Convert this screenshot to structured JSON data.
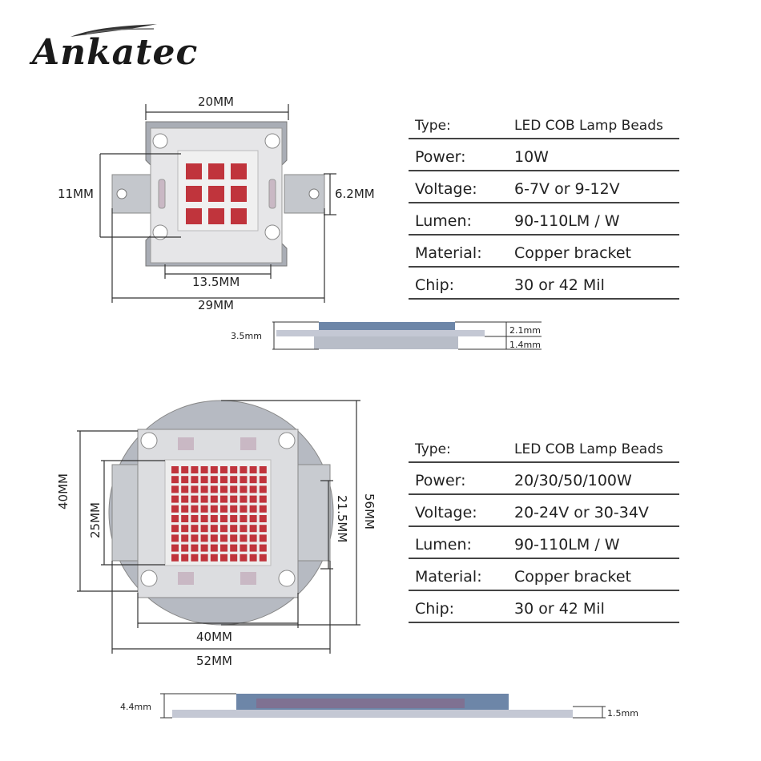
{
  "brand": {
    "name": "Ankatec"
  },
  "product_small": {
    "dims": {
      "top_width": "20MM",
      "left_height": "11MM",
      "right_height": "6.2MM",
      "inner_width": "13.5MM",
      "total_width": "29MM"
    },
    "side_profile": {
      "height": "3.5mm",
      "top": "2.1mm",
      "bottom": "1.4mm"
    },
    "specs": [
      {
        "key": "Type:",
        "value": "LED COB Lamp Beads"
      },
      {
        "key": "Power:",
        "value": "10W"
      },
      {
        "key": "Voltage:",
        "value": "6-7V or 9-12V"
      },
      {
        "key": "Lumen:",
        "value": "90-110LM / W"
      },
      {
        "key": "Material:",
        "value": "Copper bracket"
      },
      {
        "key": "Chip:",
        "value": "30 or 42 Mil"
      }
    ]
  },
  "product_large": {
    "dims": {
      "outer_height": "40MM",
      "inner_height": "25MM",
      "right_height": "21.5MM",
      "total_height": "56MM",
      "inner_width": "40MM",
      "total_width": "52MM"
    },
    "side_profile": {
      "height": "4.4mm",
      "bottom": "1.5mm"
    },
    "specs": [
      {
        "key": "Type:",
        "value": "LED COB Lamp Beads"
      },
      {
        "key": "Power:",
        "value": "20/30/50/100W"
      },
      {
        "key": "Voltage:",
        "value": "20-24V or 30-34V"
      },
      {
        "key": "Lumen:",
        "value": "90-110LM / W"
      },
      {
        "key": "Material:",
        "value": "Copper bracket"
      },
      {
        "key": "Chip:",
        "value": "30 or 42 Mil"
      }
    ]
  },
  "colors": {
    "led_red": "#c0343c",
    "metal": "#b8bcc4",
    "line": "#333333"
  }
}
